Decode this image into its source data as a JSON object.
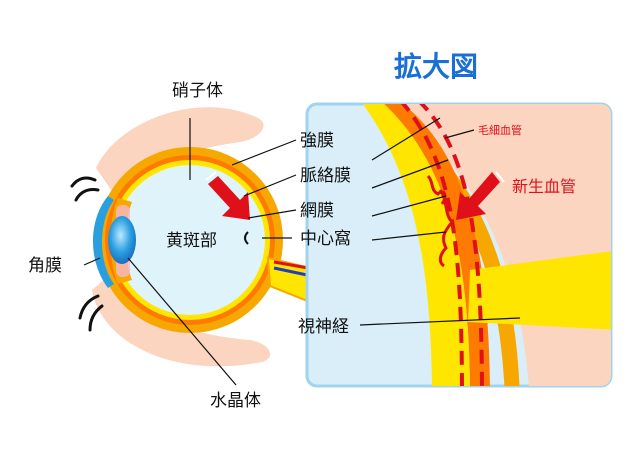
{
  "title": "拡大図",
  "labels": {
    "vitreous": "硝子体",
    "sclera": "強膜",
    "choroid": "脈絡膜",
    "retina": "網膜",
    "macula": "黄斑部",
    "fovea": "中心窩",
    "cornea": "角膜",
    "lens": "水晶体",
    "optic_nerve": "視神経",
    "capillary": "毛細血管",
    "new_vessel": "新生血管"
  },
  "colors": {
    "sclera": "#f6a800",
    "choroid": "#ff7a00",
    "retina": "#ffe600",
    "vitreous": "#dff3fb",
    "cornea": "#2a9fe0",
    "skin": "#fbd5bf",
    "vessel": "#e0101a",
    "title": "#1a6fd6",
    "panel_border": "#9fd3ef"
  },
  "icons": {
    "arrow_small": "red-arrow-icon",
    "arrow_big": "red-arrow-icon"
  }
}
